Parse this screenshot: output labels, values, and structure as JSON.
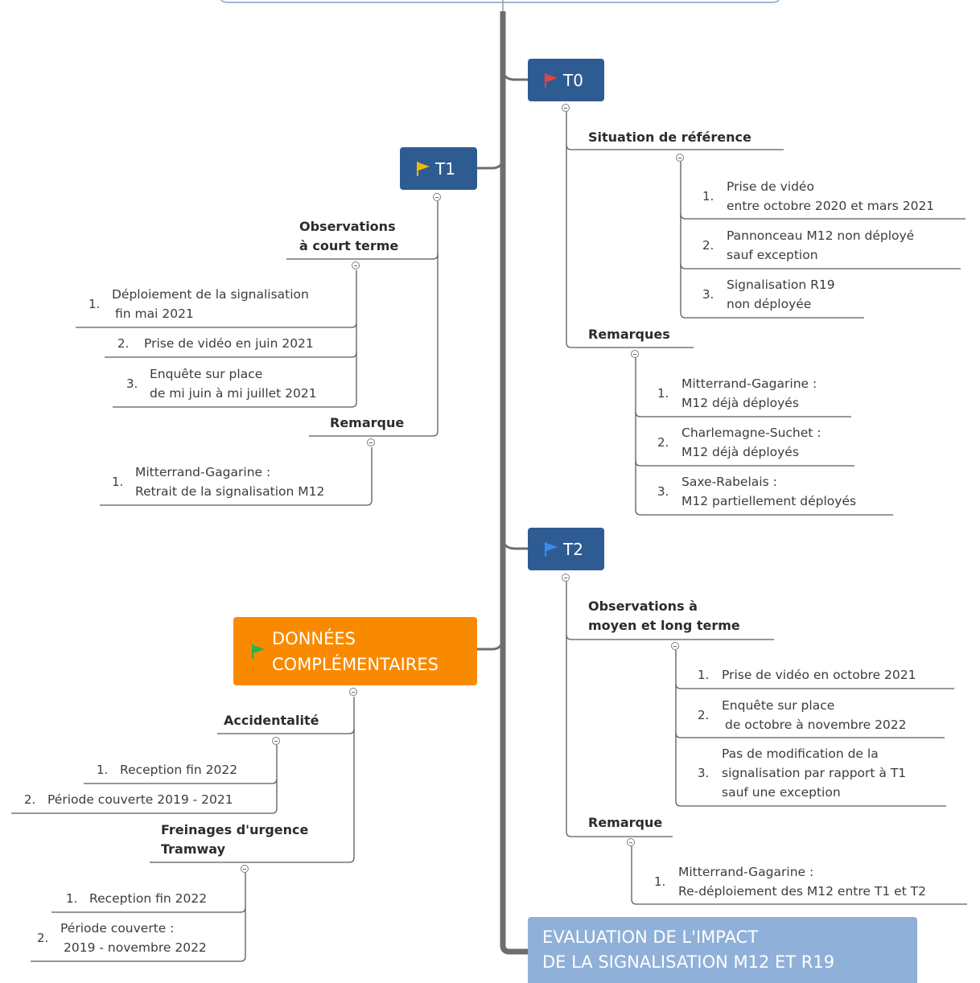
{
  "root": {
    "title_line1": "EVALUATION DE L'IMPACT",
    "title_line2": "DE LA SIGNALISATION M12 ET R19"
  },
  "t0": {
    "label": "T0",
    "flag_color": "#e8413d",
    "situation": {
      "header": "Situation de référence",
      "items": [
        {
          "num": "1.",
          "line1": "Prise de vidéo",
          "line2": "entre octobre 2020 et mars 2021"
        },
        {
          "num": "2.",
          "line1": "Pannonceau M12 non déployé",
          "line2": "sauf exception"
        },
        {
          "num": "3.",
          "line1": "Signalisation R19",
          "line2": "non déployée"
        }
      ]
    },
    "remarques": {
      "header": "Remarques",
      "items": [
        {
          "num": "1.",
          "line1": "Mitterrand-Gagarine :",
          "line2": "M12 déjà déployés"
        },
        {
          "num": "2.",
          "line1": "Charlemagne-Suchet :",
          "line2": "M12 déjà déployés"
        },
        {
          "num": "3.",
          "line1": "Saxe-Rabelais :",
          "line2": "M12 partiellement déployés"
        }
      ]
    }
  },
  "t1": {
    "label": "T1",
    "flag_color": "#f5b800",
    "observations": {
      "header_line1": "Observations",
      "header_line2": "à court terme",
      "items": [
        {
          "num": "1.",
          "line1": "Déploiement de la signalisation",
          "line2": "fin mai 2021"
        },
        {
          "num": "2.",
          "line1": "Prise de vidéo en juin 2021"
        },
        {
          "num": "3.",
          "line1": "Enquête sur place",
          "line2": "de mi juin à mi juillet 2021"
        }
      ]
    },
    "remarque": {
      "header": "Remarque",
      "items": [
        {
          "num": "1.",
          "line1": "Mitterrand-Gagarine :",
          "line2": "Retrait de la signalisation M12"
        }
      ]
    }
  },
  "t2": {
    "label": "T2",
    "flag_color": "#3b8cf0",
    "observations": {
      "header_line1": "Observations à",
      "header_line2": "moyen et long terme",
      "items": [
        {
          "num": "1.",
          "line1": "Prise de vidéo en octobre 2021"
        },
        {
          "num": "2.",
          "line1": "Enquête sur place",
          "line2": "de octobre à novembre 2022"
        },
        {
          "num": "3.",
          "line1": "Pas de modification de la",
          "line2": "signalisation par rapport à T1",
          "line3": "sauf une exception"
        }
      ]
    },
    "remarque": {
      "header": "Remarque",
      "items": [
        {
          "num": "1.",
          "line1": "Mitterrand-Gagarine :",
          "line2": "Re-déploiement des M12 entre T1 et T2"
        }
      ]
    }
  },
  "donnees": {
    "label_line1": "DONNÉES",
    "label_line2": "COMPLÉMENTAIRES",
    "flag_color": "#2bb24c",
    "accidentalite": {
      "header": "Accidentalité",
      "items": [
        {
          "num": "1.",
          "line1": "Reception fin 2022"
        },
        {
          "num": "2.",
          "line1": "Période couverte 2019 - 2021"
        }
      ]
    },
    "freinages": {
      "header_line1": "Freinages d'urgence",
      "header_line2": "Tramway",
      "items": [
        {
          "num": "1.",
          "line1": "Reception fin 2022"
        },
        {
          "num": "2.",
          "line1": "Période couverte :",
          "line2": "2019 - novembre 2022"
        }
      ]
    }
  }
}
